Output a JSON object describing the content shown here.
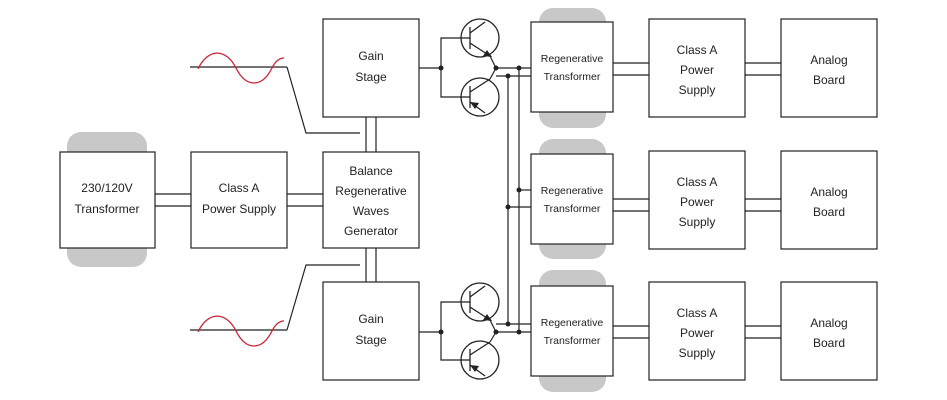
{
  "blocks": {
    "transformer_main": {
      "line1": "230/120V",
      "line2": "Transformer"
    },
    "psu_main": {
      "line1": "Class A",
      "line2": "Power Supply"
    },
    "generator": {
      "line1": "Balance",
      "line2": "Regenerative",
      "line3": "Waves",
      "line4": "Generator"
    },
    "gain_top": {
      "line1": "Gain",
      "line2": "Stage"
    },
    "gain_bottom": {
      "line1": "Gain",
      "line2": "Stage"
    }
  },
  "channels": [
    {
      "regen": {
        "line1": "Regenerative",
        "line2": "Transformer"
      },
      "psu": {
        "line1": "Class A",
        "line2": "Power",
        "line3": "Supply"
      },
      "board": {
        "line1": "Analog",
        "line2": "Board"
      }
    },
    {
      "regen": {
        "line1": "Regenerative",
        "line2": "Transformer"
      },
      "psu": {
        "line1": "Class A",
        "line2": "Power",
        "line3": "Supply"
      },
      "board": {
        "line1": "Analog",
        "line2": "Board"
      }
    },
    {
      "regen": {
        "line1": "Regenerative",
        "line2": "Transformer"
      },
      "psu": {
        "line1": "Class A",
        "line2": "Power",
        "line3": "Supply"
      },
      "board": {
        "line1": "Analog",
        "line2": "Board"
      }
    }
  ],
  "colors": {
    "wave": "#cc2233",
    "core": "#c8c8c8",
    "line": "#222222"
  },
  "icons": {
    "transistor": "npn-transistor-icon",
    "waveform": "sine-wave-icon"
  }
}
